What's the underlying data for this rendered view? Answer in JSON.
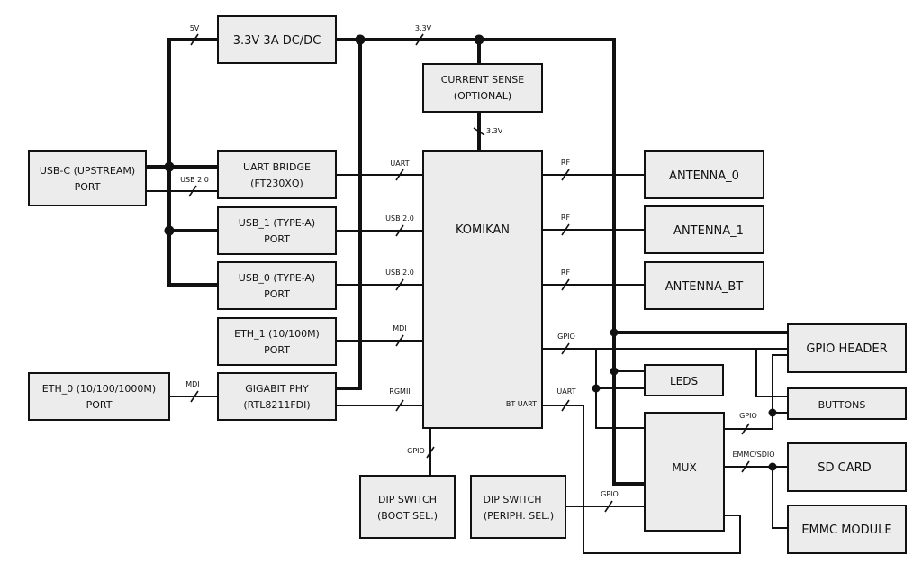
{
  "blocks": {
    "dcdc": [
      "3.3V 3A DC/DC"
    ],
    "current_sense": [
      "CURRENT SENSE",
      "(OPTIONAL)"
    ],
    "usbc": [
      "USB-C (UPSTREAM)",
      "PORT"
    ],
    "uart_bridge": [
      "UART BRIDGE",
      "(FT230XQ)"
    ],
    "usb1": [
      "USB_1 (TYPE-A)",
      "PORT"
    ],
    "usb0": [
      "USB_0 (TYPE-A)",
      "PORT"
    ],
    "eth1": [
      "ETH_1 (10/100M)",
      "PORT"
    ],
    "eth0": [
      "ETH_0 (10/100/1000M)",
      "PORT"
    ],
    "gphy": [
      "GIGABIT PHY",
      "(RTL8211FDI)"
    ],
    "komikan": [
      "KOMIKAN"
    ],
    "ant0": [
      "ANTENNA_0"
    ],
    "ant1": [
      "ANTENNA_1"
    ],
    "antbt": [
      "ANTENNA_BT"
    ],
    "gpio_header": [
      "GPIO HEADER"
    ],
    "leds": [
      "LEDS"
    ],
    "buttons": [
      "BUTTONS"
    ],
    "mux": [
      "MUX"
    ],
    "sdcard": [
      "SD CARD"
    ],
    "emmc": [
      "EMMC MODULE"
    ],
    "dip_boot": [
      "DIP SWITCH",
      "(BOOT SEL.)"
    ],
    "dip_periph": [
      "DIP SWITCH",
      "(PERIPH. SEL.)"
    ]
  },
  "bt_uart_label": "BT UART",
  "wire_labels": {
    "v5": "5V",
    "v33_top": "3.3V",
    "v33_cs": "3.3V",
    "usb20_usbc": "USB 2.0",
    "uart_k": "UART",
    "usb20_a": "USB 2.0",
    "usb20_b": "USB 2.0",
    "mdi_k": "MDI",
    "rgmii": "RGMII",
    "mdi_eth0": "MDI",
    "rf0": "RF",
    "rf1": "RF",
    "rfbt": "RF",
    "gpio_k": "GPIO",
    "uart_bt": "UART",
    "gpio_dip": "GPIO",
    "gpio_mux": "GPIO",
    "emmc_sdio": "EMMC/SDIO",
    "gpio_periph": "GPIO"
  }
}
